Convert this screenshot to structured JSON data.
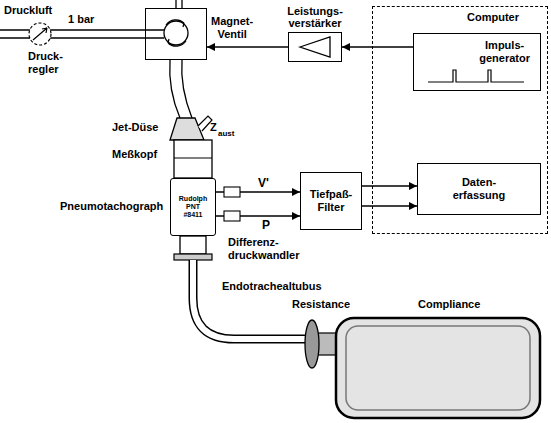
{
  "diagram": {
    "nodes": [
      {
        "text": [
          "Magnet- Ventil"
        ]
      },
      {
        "text": [
          "Leistungs- verstärker"
        ]
      },
      {
        "text": [
          "Computer"
        ]
      },
      {
        "text": [
          "Impuls- generator"
        ],
        "in": 2
      },
      {
        "text": [
          "Daten- erfassung"
        ],
        "in": 2
      },
      {
        "text": [
          "Tiefpaß- Filter"
        ]
      },
      {
        "text": [
          "Rudolph PNT #8411"
        ]
      }
    ],
    "edges": [
      {
        "from": 3,
        "to": 1,
        "arrow": "to"
      },
      {
        "from": 1,
        "to": 0,
        "arrow": "to"
      },
      {
        "from": 6,
        "to": 5,
        "label": "V'",
        "arrow": "to"
      },
      {
        "from": 6,
        "to": 5,
        "label": "P",
        "arrow": "to"
      },
      {
        "from": 5,
        "to": 4,
        "arrow": "to"
      },
      {
        "from": 5,
        "to": 4,
        "arrow": "to"
      }
    ],
    "labels": [
      "Druckluft",
      "1 bar",
      "Druck- regler",
      "Jet-Düse",
      "Z",
      "aust",
      "Meßkopf",
      "Pneumotachograph",
      "Differenz- druckwandler",
      "Endotrachealtubus",
      "Resistance",
      "Compliance"
    ]
  }
}
